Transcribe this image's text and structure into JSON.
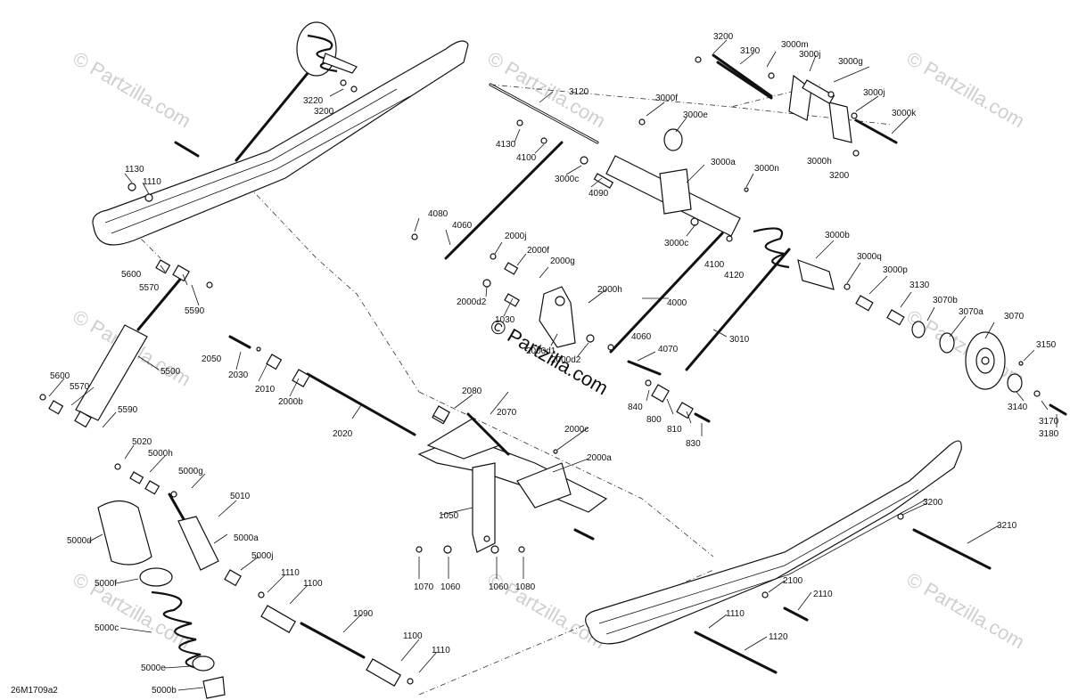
{
  "watermark": {
    "text": "© Partzilla.com",
    "center_text": "© Partzilla.com"
  },
  "diagram_code": "26M1709a2",
  "labels": {
    "l3200a": "3200",
    "l3190": "3190",
    "l3000m": "3000m",
    "l3000j": "3000j",
    "l3000g": "3000g",
    "l3000j2": "3000j",
    "l3000k": "3000k",
    "l3000h": "3000h",
    "l3200b": "3200",
    "l3000f": "3000f",
    "l3000e": "3000e",
    "l3120": "3120",
    "l3220": "3220",
    "l3200c": "3200",
    "l4130": "4130",
    "l4100": "4100",
    "l3000c": "3000c",
    "l4090": "4090",
    "l3000a": "3000a",
    "l3000n": "3000n",
    "l1130": "1130",
    "l1110": "1110",
    "l4080": "4080",
    "l4060": "4060",
    "l2000j": "2000j",
    "l2000f": "2000f",
    "l2000g": "2000g",
    "l3000c2": "3000c",
    "l4100b": "4100",
    "l4120": "4120",
    "l3000b": "3000b",
    "l3000q": "3000q",
    "l3000p": "3000p",
    "l3130": "3130",
    "l3070b": "3070b",
    "l3070a": "3070a",
    "l3070": "3070",
    "l5600": "5600",
    "l5570": "5570",
    "l5590": "5590",
    "l2000d2": "2000d2",
    "l1030": "1030",
    "l2000h": "2000h",
    "l4000": "4000",
    "l3010": "3010",
    "l2000d1": "2000d1",
    "l2000d2b": "2000d2",
    "l4060b": "4060",
    "l4070": "4070",
    "l3150": "3150",
    "l5500": "5500",
    "l2050": "2050",
    "l2030": "2030",
    "l2010": "2010",
    "l2000b": "2000b",
    "l5600b": "5600",
    "l5570b": "5570",
    "l5590b": "5590",
    "l840": "840",
    "l800": "800",
    "l810": "810",
    "l830": "830",
    "l3140": "3140",
    "l3170": "3170",
    "l3180": "3180",
    "l2080": "2080",
    "l2070": "2070",
    "l2020": "2020",
    "l5020": "5020",
    "l5000h": "5000h",
    "l5000g": "5000g",
    "l2000c": "2000c",
    "l2000a": "2000a",
    "l5010": "5010",
    "l5000a": "5000a",
    "l5000d": "5000d",
    "l1050": "1050",
    "l3200d": "3200",
    "l3210": "3210",
    "l5000j": "5000j",
    "l1110b": "1110",
    "l1100": "1100",
    "l5000f": "5000f",
    "l1070": "1070",
    "l1060": "1060",
    "l1060b": "1060",
    "l1080": "1080",
    "l2100": "2100",
    "l2110": "2110",
    "l5000c": "5000c",
    "l1090": "1090",
    "l1110c": "1110",
    "l1120": "1120",
    "l5000e": "5000e",
    "l1100b": "1100",
    "l1110d": "1110",
    "l5000b": "5000b"
  }
}
